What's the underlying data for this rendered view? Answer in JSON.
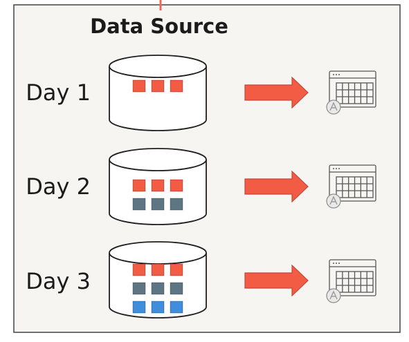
{
  "diagram": {
    "title": "Data Source",
    "colors": {
      "panel_fill": "#f6f5f2",
      "panel_border": "#444444",
      "connector": "#ee6a57",
      "arrow": "#f25c45",
      "arrow_stroke": "#c54636",
      "block_red": "#f25c45",
      "block_slate": "#5e7683",
      "block_blue": "#3f8ddb",
      "table_icon": "#555555"
    },
    "rows": [
      {
        "label": "Day 1",
        "blocks": [
          [
            "red",
            "red",
            "red"
          ]
        ]
      },
      {
        "label": "Day 2",
        "blocks": [
          [
            "red",
            "red",
            "red"
          ],
          [
            "slate",
            "slate",
            "slate"
          ]
        ]
      },
      {
        "label": "Day 3",
        "blocks": [
          [
            "red",
            "red",
            "red"
          ],
          [
            "slate",
            "slate",
            "slate"
          ],
          [
            "blue",
            "blue",
            "blue"
          ]
        ]
      }
    ],
    "icons": [
      "database-icon",
      "right-arrow-icon",
      "table-icon",
      "badge-icon"
    ]
  }
}
